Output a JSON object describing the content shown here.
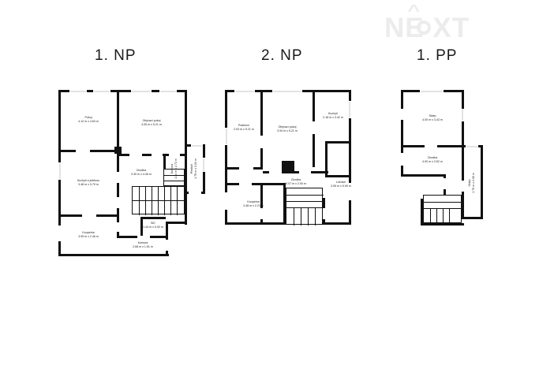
{
  "watermark": {
    "text": "NEXT"
  },
  "floors": [
    {
      "id": "1np",
      "title": "1. NP",
      "rooms": [
        {
          "name": "Pokoj",
          "dims": "4.12 m x 4.63 m"
        },
        {
          "name": "Obývací pokoj",
          "dims": "4.05 m x 5.21 m"
        },
        {
          "name": "Kuchyň s jídelnou",
          "dims": "3.48 m x 3.79 m"
        },
        {
          "name": "Chodba",
          "dims": "3.30 m x 4.46 m"
        },
        {
          "name": "Koupelna",
          "dims": "3.99 m x 2.46 m"
        },
        {
          "name": "Komora",
          "dims": "2.68 m x 1.51 m"
        },
        {
          "name": "Předsíň",
          "dims": "1.75 m x 3.03 m"
        },
        {
          "name": "Komora",
          "dims": "1.04 m x 2.73 m"
        },
        {
          "name": "WC",
          "dims": "1.44 m x 0.92 m"
        }
      ]
    },
    {
      "id": "2np",
      "title": "2. NP",
      "rooms": [
        {
          "name": "Podkroví",
          "dims": "2.03 m x 5.21 m"
        },
        {
          "name": "Obývací pokoj",
          "dims": "3.94 m x 5.21 m"
        },
        {
          "name": "Kuchyň",
          "dims": "2.18 m x 3.42 m"
        },
        {
          "name": "Chodba",
          "dims": "5.07 m x 2.00 m"
        },
        {
          "name": "Ložnice",
          "dims": "3.95 m x 5.00 m"
        },
        {
          "name": "Koupelna",
          "dims": "3.48 m x 2.23 m"
        }
      ]
    },
    {
      "id": "1pp",
      "title": "1. PP",
      "rooms": [
        {
          "name": "Sklep",
          "dims": "4.00 m x 3.43 m"
        },
        {
          "name": "Chodba",
          "dims": "4.00 m x 3.52 m"
        },
        {
          "name": "Sklep",
          "dims": "1.75 m x 3.00 m"
        }
      ]
    }
  ]
}
